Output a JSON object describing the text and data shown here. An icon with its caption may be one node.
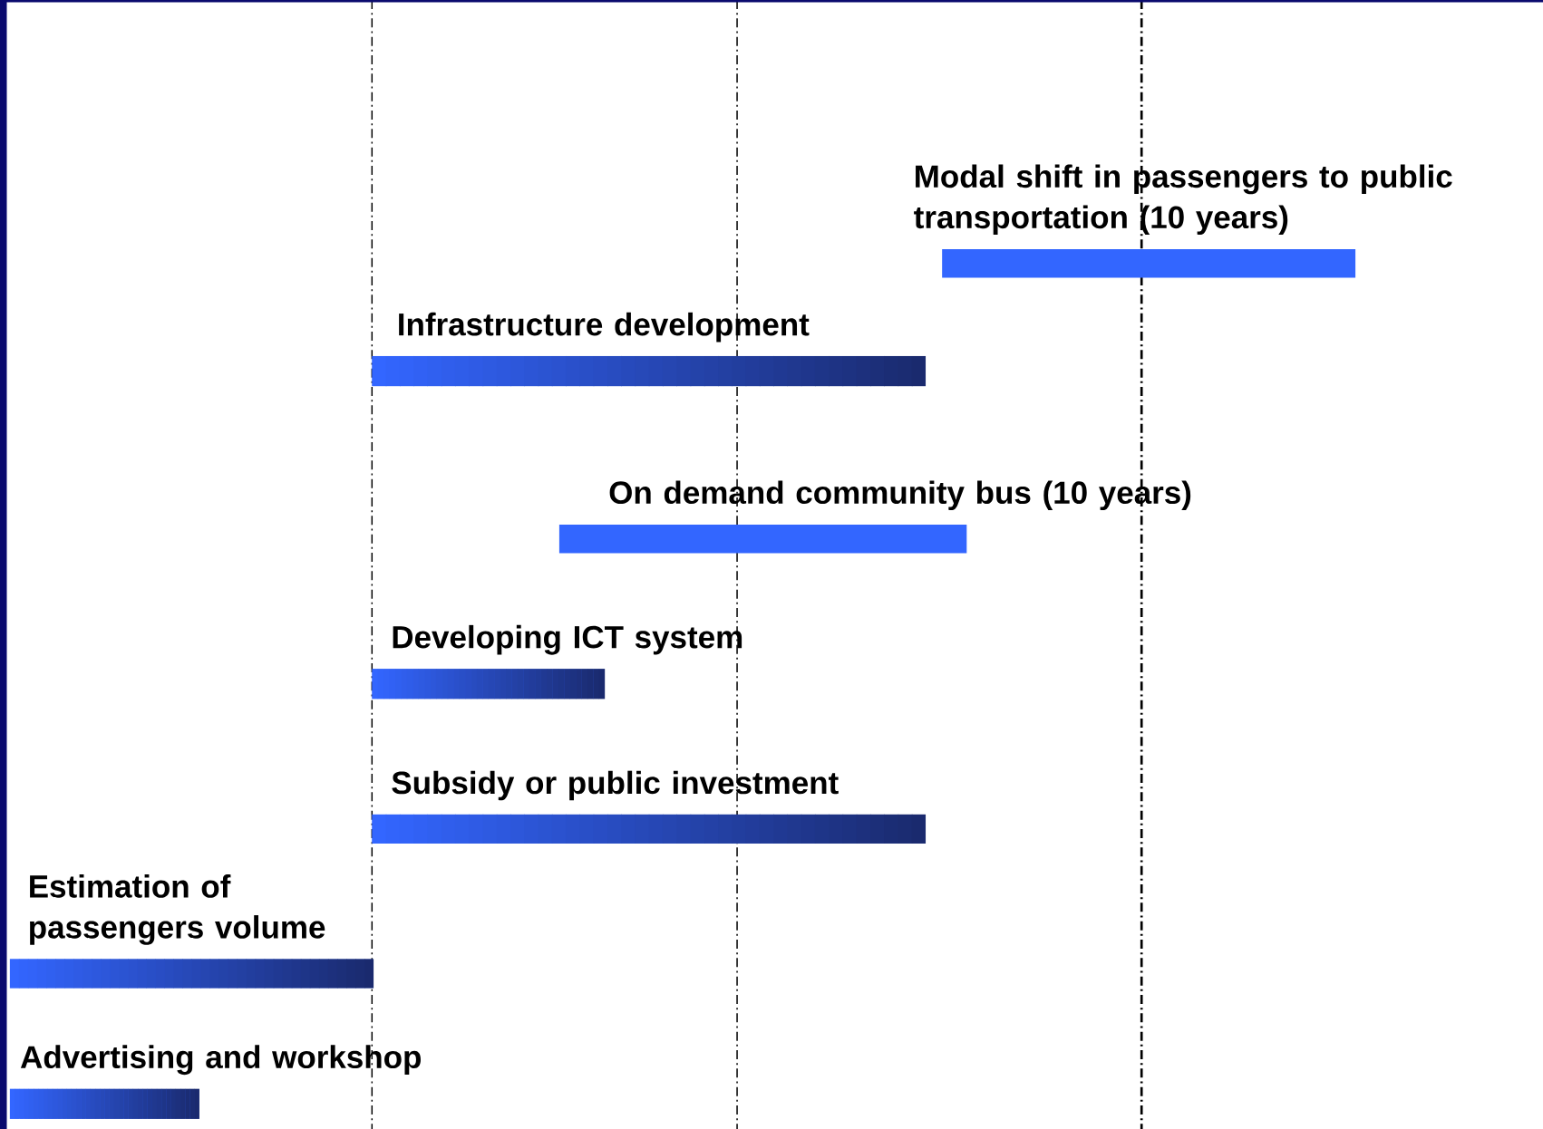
{
  "diagram": {
    "nodes": [
      {
        "text": [
          "Modal shift in passengers to public transportation (10 years)"
        ]
      },
      {
        "text": [
          "Infrastructure development"
        ]
      },
      {
        "text": [
          "On demand community bus (10 years)"
        ]
      },
      {
        "text": [
          "Developing ICT system"
        ]
      },
      {
        "text": [
          "Subsidy or public investment"
        ]
      },
      {
        "text": [
          "Estimation of passengers volume"
        ]
      },
      {
        "text": [
          "Advertising and workshop"
        ]
      }
    ]
  }
}
